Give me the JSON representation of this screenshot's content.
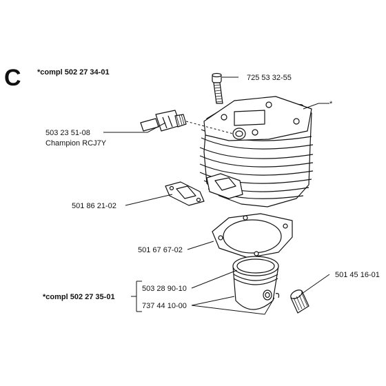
{
  "section_letter": "C",
  "assemblies": {
    "cylinder_compl": "*compl 502 27 34-01",
    "piston_compl": "*compl 502 27 35-01"
  },
  "parts": {
    "screw": "725 53 32-55",
    "cylinder": "*",
    "spark_plug_number": "503 23 51-08",
    "spark_plug_name": "Champion RCJ7Y",
    "exhaust_gasket": "501 86 21-02",
    "cylinder_gasket": "501 67 67-02",
    "piston_ring": "503 28 90-10",
    "piston_pin": "737 44 10-00",
    "needle_bearing": "501 45 16-01"
  }
}
